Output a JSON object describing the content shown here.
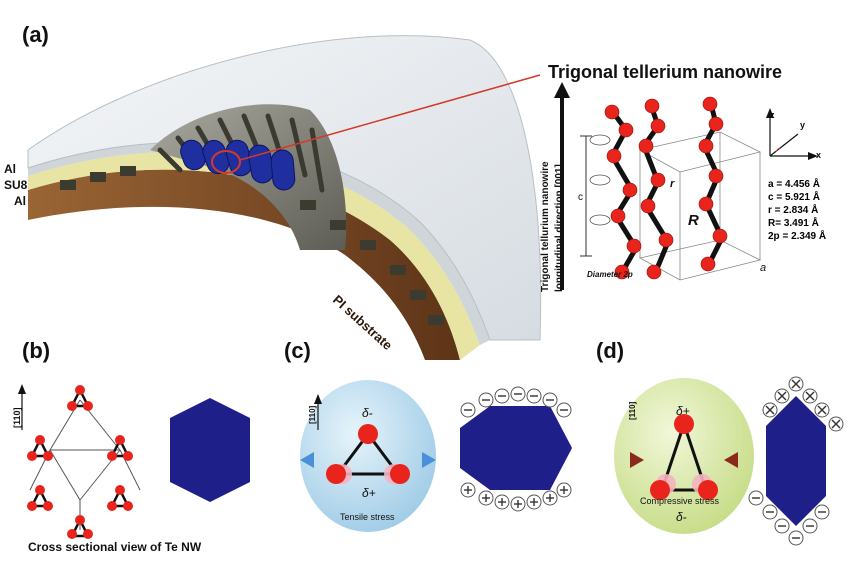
{
  "panels": {
    "a": {
      "label": "(a)",
      "title": "Trigonal tellerium nanowire",
      "layers": [
        "Al",
        "SU8",
        "Al"
      ],
      "substrate": "PI substrate",
      "axis_text_1": "Trigonal tellurium nanowire",
      "axis_text_2": "longitudinal direction [001]",
      "diameter": "Diameter 2p",
      "c": "c",
      "r": "r",
      "R": "R",
      "a": "a",
      "constants": [
        "a = 4.456 Å",
        "c = 5.921 Å",
        "r = 2.834 Å",
        "R= 3.491 Å",
        "2p = 2.349 Å"
      ],
      "axes": {
        "x": "x",
        "y": "y",
        "z": "z"
      }
    },
    "b": {
      "label": "(b)",
      "direction": "[110]",
      "caption": "Cross sectional view of Te NW"
    },
    "c": {
      "label": "(c)",
      "direction": "[110]",
      "top_charge": "δ-",
      "bottom_charge": "δ+",
      "stress": "Tensile stress"
    },
    "d": {
      "label": "(d)",
      "direction": "[110]",
      "top_charge": "δ+",
      "bottom_charge": "δ-",
      "stress": "Compressive stress"
    }
  },
  "colors": {
    "atom": "#e8241c",
    "hexagon": "#1f1f8a",
    "tensile_bg": "#bfe0f3",
    "compressive_bg": "#d9e9a6",
    "substrate": "#7a4a2a",
    "leader_line": "#d23a2a"
  }
}
